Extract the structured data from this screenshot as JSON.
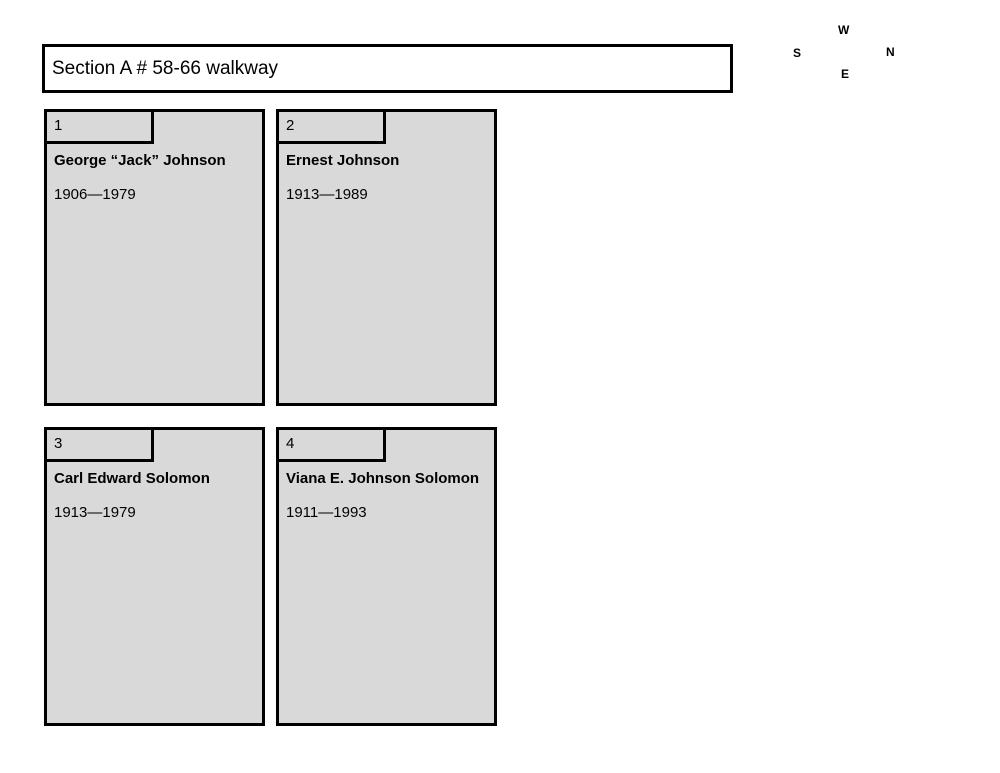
{
  "header": {
    "title": "Section A # 58-66 walkway"
  },
  "compass": {
    "top": "W",
    "left": "S",
    "right": "N",
    "bottom": "E"
  },
  "plots": [
    {
      "number": "1",
      "name": "George “Jack” Johnson",
      "dates": "1906—1979"
    },
    {
      "number": "2",
      "name": "Ernest Johnson",
      "dates": "1913—1989"
    },
    {
      "number": "3",
      "name": "Carl Edward Solomon",
      "dates": "1913—1979"
    },
    {
      "number": "4",
      "name": "Viana E. Johnson Solomon",
      "dates": "1911—1993"
    }
  ],
  "colors": {
    "plot_fill": "#d9d9d9",
    "border": "#000000",
    "text": "#000000",
    "page_bg": "#ffffff"
  }
}
